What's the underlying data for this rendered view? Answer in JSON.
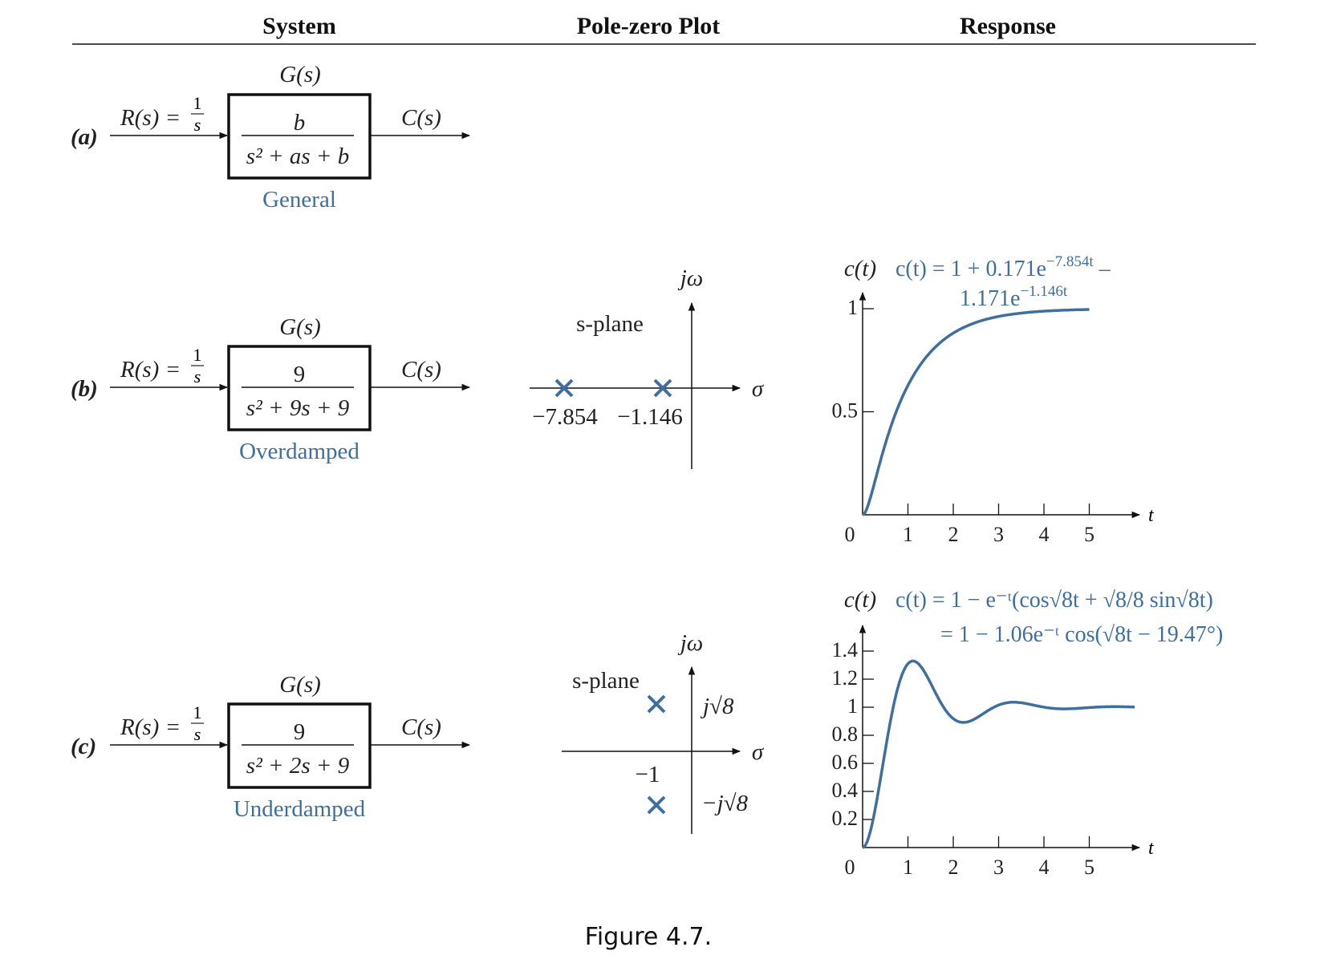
{
  "headers": {
    "system": "System",
    "pole_zero": "Pole-zero Plot",
    "response": "Response"
  },
  "rows": [
    {
      "label": "(a)",
      "G_label": "G(s)",
      "R_label": "R(s) =",
      "frac_num": "1",
      "frac_den": "s",
      "tf_num": "b",
      "tf_den": "s² + as + b",
      "C_label": "C(s)",
      "type": "General"
    },
    {
      "label": "(b)",
      "G_label": "G(s)",
      "R_label": "R(s) =",
      "frac_num": "1",
      "frac_den": "s",
      "tf_num": "9",
      "tf_den": "s² + 9s  + 9",
      "C_label": "C(s)",
      "type": "Overdamped"
    },
    {
      "label": "(c)",
      "G_label": "G(s)",
      "R_label": "R(s) =",
      "frac_num": "1",
      "frac_den": "s",
      "tf_num": "9",
      "tf_den": "s² + 2s + 9",
      "C_label": "C(s)",
      "type": "Underdamped"
    }
  ],
  "pole_zero": {
    "b": {
      "plane_label": "s-plane",
      "jw_label": "jω",
      "sigma_label": "σ",
      "pole_labels": [
        "−7.854",
        "−1.146"
      ],
      "poles": [
        [
          -7.854,
          0
        ],
        [
          -1.146,
          0
        ]
      ]
    },
    "c": {
      "plane_label": "s-plane",
      "jw_label": "jω",
      "sigma_label": "σ",
      "pos_imag_label": "j√8",
      "neg_imag_label": "−j√8",
      "real_label": "−1",
      "poles": [
        [
          -1,
          2.828
        ],
        [
          -1,
          -2.828
        ]
      ]
    }
  },
  "responses": {
    "b": {
      "ylabel": "c(t)",
      "eq_line1": "c(t) = 1 + 0.171e",
      "eq_exp1": "−7.854t",
      "eq_tail1": " –",
      "eq_line2": "1.171e",
      "eq_exp2": "−1.146t",
      "xlabel": "t",
      "yticks": [
        "1",
        "0.5"
      ],
      "xticks": [
        "0",
        "1",
        "2",
        "3",
        "4",
        "5"
      ]
    },
    "c": {
      "ylabel": "c(t)",
      "eq_line1": "c(t) = 1 − e⁻ᵗ(cos√8t + √8/8 sin√8t)",
      "eq_line2": "= 1 − 1.06e⁻ᵗ cos(√8t − 19.47°)",
      "xlabel": "t",
      "yticks": [
        "1.4",
        "1.2",
        "1",
        "0.8",
        "0.6",
        "0.4",
        "0.2"
      ],
      "xticks": [
        "0",
        "1",
        "2",
        "3",
        "4",
        "5"
      ]
    }
  },
  "caption": "Figure 4.7.",
  "colors": {
    "accent": "#3f6f9e",
    "ink": "#111111"
  }
}
